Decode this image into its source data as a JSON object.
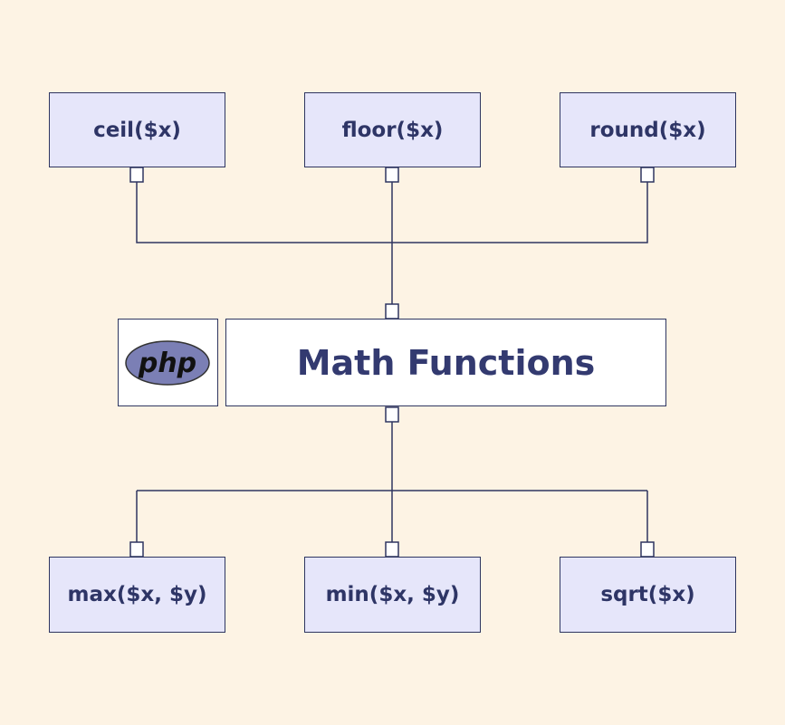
{
  "center": {
    "title": "Math Functions",
    "logo_text": "php"
  },
  "top": [
    "ceil($x)",
    "floor($x)",
    "round($x)"
  ],
  "bottom": [
    "max($x, $y)",
    "min($x, $y)",
    "sqrt($x)"
  ]
}
